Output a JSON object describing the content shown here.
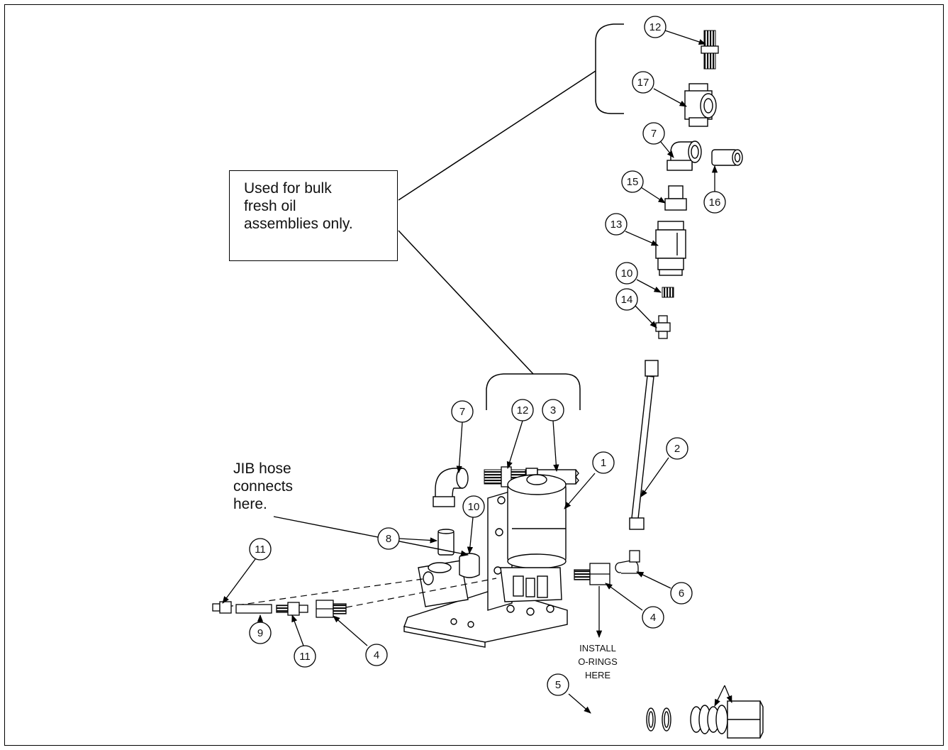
{
  "note": {
    "lines": [
      "Used for bulk",
      "fresh oil",
      "assemblies only."
    ]
  },
  "jib_note": {
    "lines": [
      "JIB hose",
      "connects",
      "here."
    ]
  },
  "install_note": {
    "lines": [
      "INSTALL",
      "O-RINGS",
      "HERE"
    ]
  },
  "balloons": [
    {
      "label": "12"
    },
    {
      "label": "17"
    },
    {
      "label": "7"
    },
    {
      "label": "15"
    },
    {
      "label": "16"
    },
    {
      "label": "13"
    },
    {
      "label": "10"
    },
    {
      "label": "14"
    },
    {
      "label": "2"
    },
    {
      "label": "7"
    },
    {
      "label": "12"
    },
    {
      "label": "3"
    },
    {
      "label": "1"
    },
    {
      "label": "8"
    },
    {
      "label": "10"
    },
    {
      "label": "11"
    },
    {
      "label": "9"
    },
    {
      "label": "11"
    },
    {
      "label": "4"
    },
    {
      "label": "4"
    },
    {
      "label": "6"
    },
    {
      "label": "5"
    }
  ]
}
